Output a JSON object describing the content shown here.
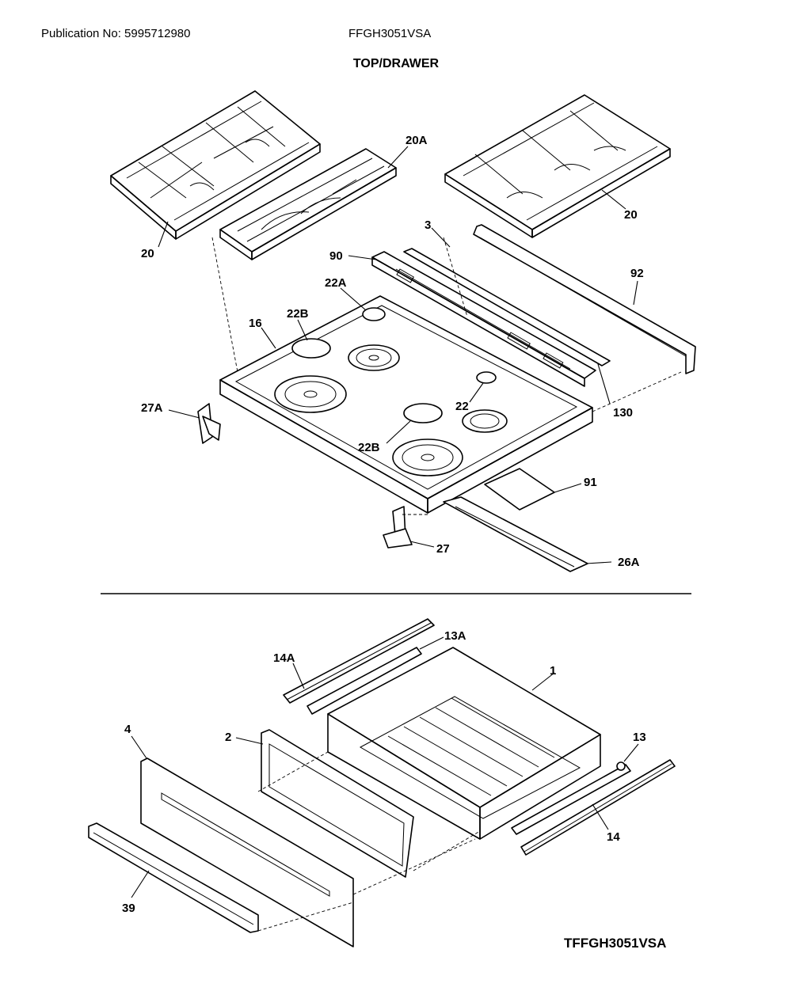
{
  "header": {
    "publication": "Publication No: 5995712980",
    "model": "FFGH3051VSA"
  },
  "title": "TOP/DRAWER",
  "footer_code": "TFFGH3051VSA",
  "callouts": {
    "c20_left": "20",
    "c20a": "20A",
    "c20_right": "20",
    "c3": "3",
    "c90": "90",
    "c92": "92",
    "c22a": "22A",
    "c22b_top": "22B",
    "c16": "16",
    "c27a": "27A",
    "c22": "22",
    "c130": "130",
    "c22b_bottom": "22B",
    "c91": "91",
    "c27": "27",
    "c26a": "26A",
    "c14a": "14A",
    "c13a": "13A",
    "c1": "1",
    "c4": "4",
    "c2": "2",
    "c13": "13",
    "c14": "14",
    "c39": "39"
  }
}
